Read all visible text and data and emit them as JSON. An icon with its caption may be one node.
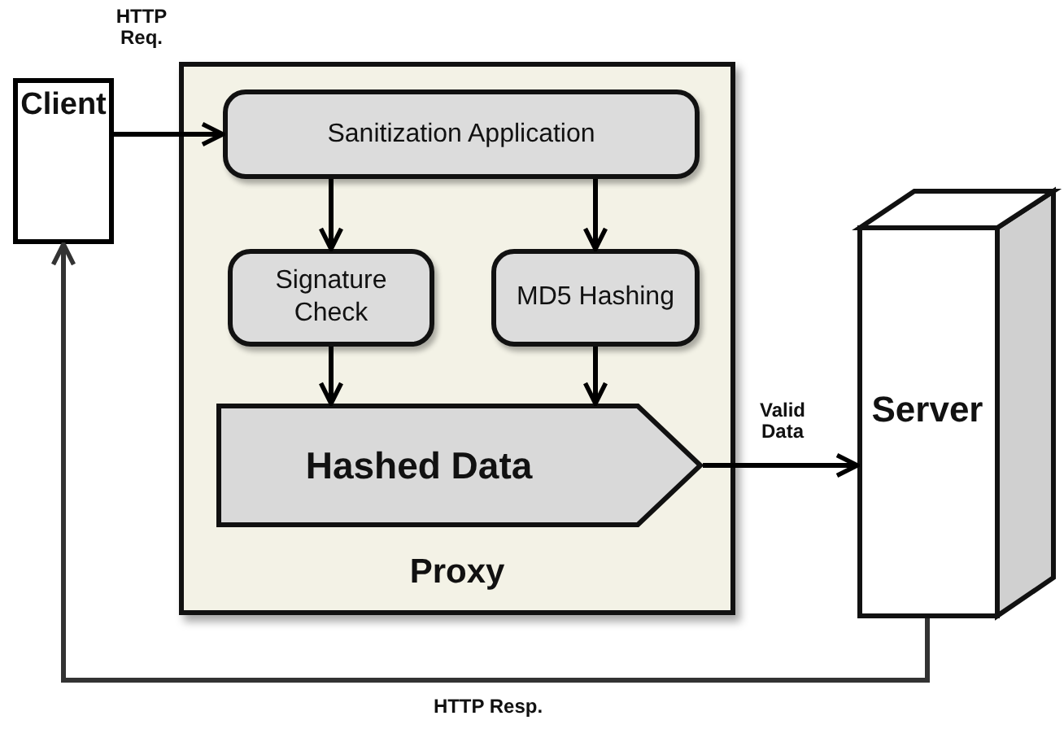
{
  "diagram": {
    "nodes": [
      {
        "text": [
          "Client"
        ]
      },
      {
        "text": [
          "Proxy"
        ]
      },
      {
        "text": [
          "Sanitization Application"
        ],
        "in": 1
      },
      {
        "text": [
          "Signature Check"
        ],
        "in": 1
      },
      {
        "text": [
          "MD5 Hashing"
        ],
        "in": 1
      },
      {
        "text": [
          "Hashed Data"
        ],
        "in": 1
      },
      {
        "text": [
          "Server"
        ]
      }
    ],
    "edges": [
      {
        "from": 0,
        "to": 2,
        "arrow": "to",
        "label": "HTTP Req."
      },
      {
        "from": 2,
        "to": 3,
        "arrow": "to"
      },
      {
        "from": 2,
        "to": 4,
        "arrow": "to"
      },
      {
        "from": 3,
        "to": 5,
        "arrow": "to"
      },
      {
        "from": 4,
        "to": 5,
        "arrow": "to"
      },
      {
        "from": 5,
        "to": 6,
        "arrow": "to",
        "label": "Valid Data"
      },
      {
        "from": 6,
        "to": 0,
        "arrow": "to",
        "label": "HTTP Resp.",
        "color": "#333333"
      }
    ]
  }
}
